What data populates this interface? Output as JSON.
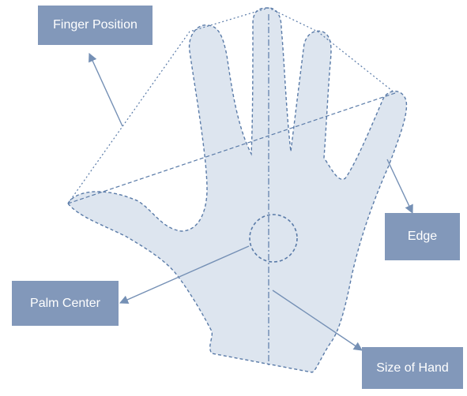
{
  "labels": {
    "finger_position": "Finger Position",
    "edge": "Edge",
    "palm_center": "Palm Center",
    "size_of_hand": "Size of Hand"
  },
  "colors": {
    "hand_fill": "#dde5ef",
    "outline": "#5a7ba8",
    "label_box": "#8298ba",
    "arrow": "#7590b5"
  }
}
